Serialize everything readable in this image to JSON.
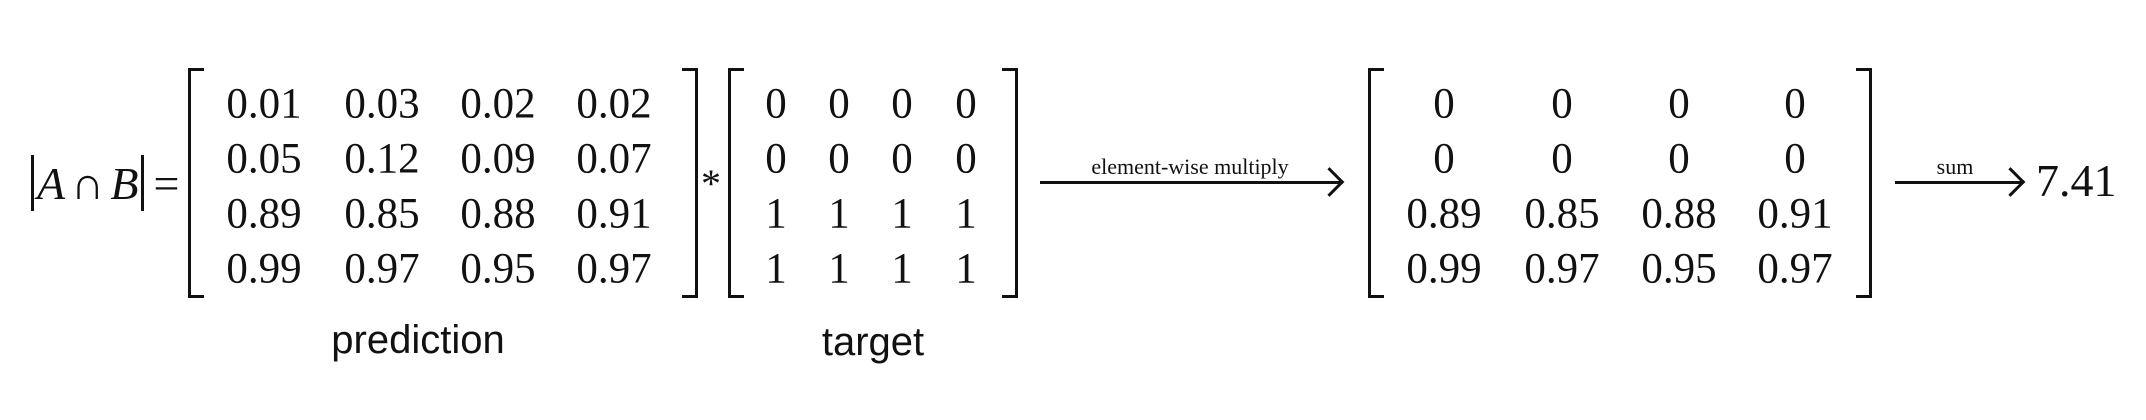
{
  "equation": {
    "lhs": {
      "left_set": "A",
      "intersect_symbol": "∩",
      "right_set": "B",
      "equals": "="
    },
    "multiply_symbol": "*",
    "result": "7.41"
  },
  "prediction": {
    "caption": "prediction",
    "rows": [
      [
        "0.01",
        "0.03",
        "0.02",
        "0.02"
      ],
      [
        "0.05",
        "0.12",
        "0.09",
        "0.07"
      ],
      [
        "0.89",
        "0.85",
        "0.88",
        "0.91"
      ],
      [
        "0.99",
        "0.97",
        "0.95",
        "0.97"
      ]
    ]
  },
  "target": {
    "caption": "target",
    "rows": [
      [
        "0",
        "0",
        "0",
        "0"
      ],
      [
        "0",
        "0",
        "0",
        "0"
      ],
      [
        "1",
        "1",
        "1",
        "1"
      ],
      [
        "1",
        "1",
        "1",
        "1"
      ]
    ]
  },
  "product": {
    "rows": [
      [
        "0",
        "0",
        "0",
        "0"
      ],
      [
        "0",
        "0",
        "0",
        "0"
      ],
      [
        "0.89",
        "0.85",
        "0.88",
        "0.91"
      ],
      [
        "0.99",
        "0.97",
        "0.95",
        "0.97"
      ]
    ]
  },
  "arrows": {
    "multiply_label": "element-wise multiply",
    "sum_label": "sum"
  }
}
